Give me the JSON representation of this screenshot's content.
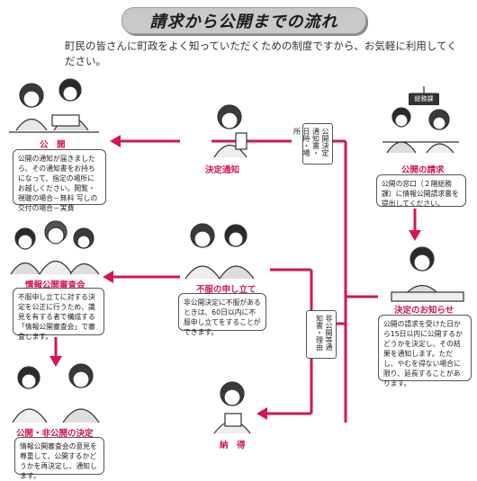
{
  "title": "請求から公開までの流れ",
  "intro": "町民の皆さんに町政をよく知っていただくための制度ですから、お気軽に利用してください。",
  "accent_color": "#d4145a",
  "sign_text": "総務課",
  "nodes": {
    "koukai": {
      "label": "公　開",
      "text": "公開の通知が届きましたら、その通知書をお持ちになって、指定の場所にお越しください。閲覧・視聴の場合－無料 写しの交付の場合－実費"
    },
    "kettei_tsuchi": {
      "label": "決定通知"
    },
    "koukai_seikyu": {
      "label": "公開の請求",
      "text": "公開の窓口（２階総務課）に情報公開請求書を提出してください。"
    },
    "shinsakai": {
      "label": "情報公開審査会",
      "text": "不服申し立てに対する決定を公正に行うため、識見を有する者で構成する「情報公開審査会」で審査します。"
    },
    "fufuku": {
      "label": "不服の申し立て",
      "text": "非公開決定に不服があるときは、60日以内に不服申し立てをすることができます。"
    },
    "kettei_oshirase": {
      "label": "決定のお知らせ",
      "text": "公開の請求を受けた日から15日以内に公開するかどうかを決定し、その結果を通知します。ただし、やむを得ない場合に限り、延長することがあります。"
    },
    "kettei2": {
      "label": "公開・非公開の決定",
      "text": "情報公開審査会の意見を尊重して、公開するかどうかを再決定し、通知します。"
    },
    "nattoku": {
      "label": "納　得"
    }
  },
  "doc_public": "公開決定通知書・日時・場所",
  "doc_nonpublic": "非公開等通知書・理由"
}
